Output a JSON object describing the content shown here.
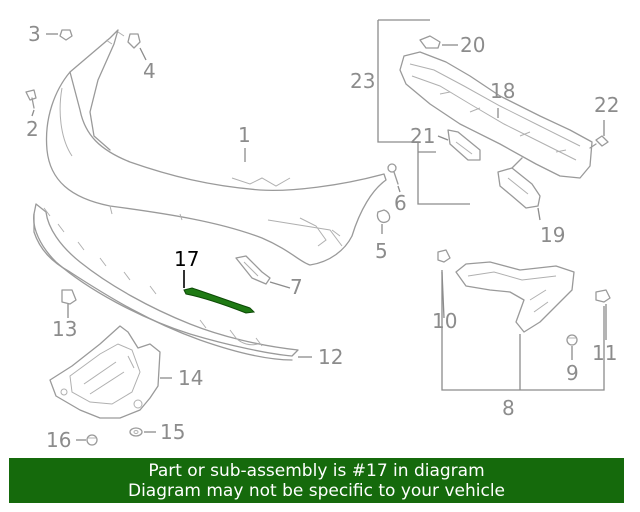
{
  "callouts": {
    "c1": "1",
    "c2": "2",
    "c3": "3",
    "c4": "4",
    "c5": "5",
    "c6": "6",
    "c7": "7",
    "c8": "8",
    "c9": "9",
    "c10": "10",
    "c11": "11",
    "c12": "12",
    "c13": "13",
    "c14": "14",
    "c15": "15",
    "c16": "16",
    "c17": "17",
    "c18": "18",
    "c19": "19",
    "c20": "20",
    "c21": "21",
    "c22": "22",
    "c23": "23"
  },
  "highlight": {
    "part_number": "17",
    "color": "#1f7a14"
  },
  "banner": {
    "line1": "Part or sub-assembly is #17 in diagram",
    "line2": "Diagram may not be specific to your vehicle",
    "background": "#156a0c"
  }
}
